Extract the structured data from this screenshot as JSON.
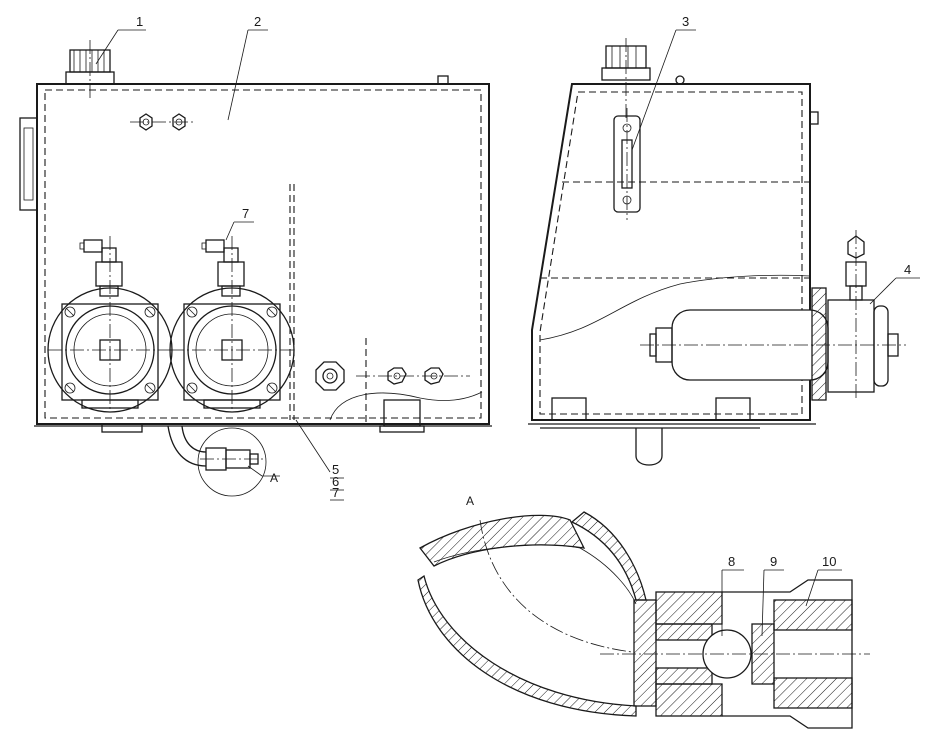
{
  "drawing": {
    "part_labels": [
      "1",
      "2",
      "3",
      "4",
      "5",
      "6",
      "7",
      "7",
      "8",
      "9",
      "10"
    ],
    "detail_callout": "A",
    "detail_title": "A",
    "stroke_color": "#1a1a1a",
    "background_color": "#ffffff"
  }
}
